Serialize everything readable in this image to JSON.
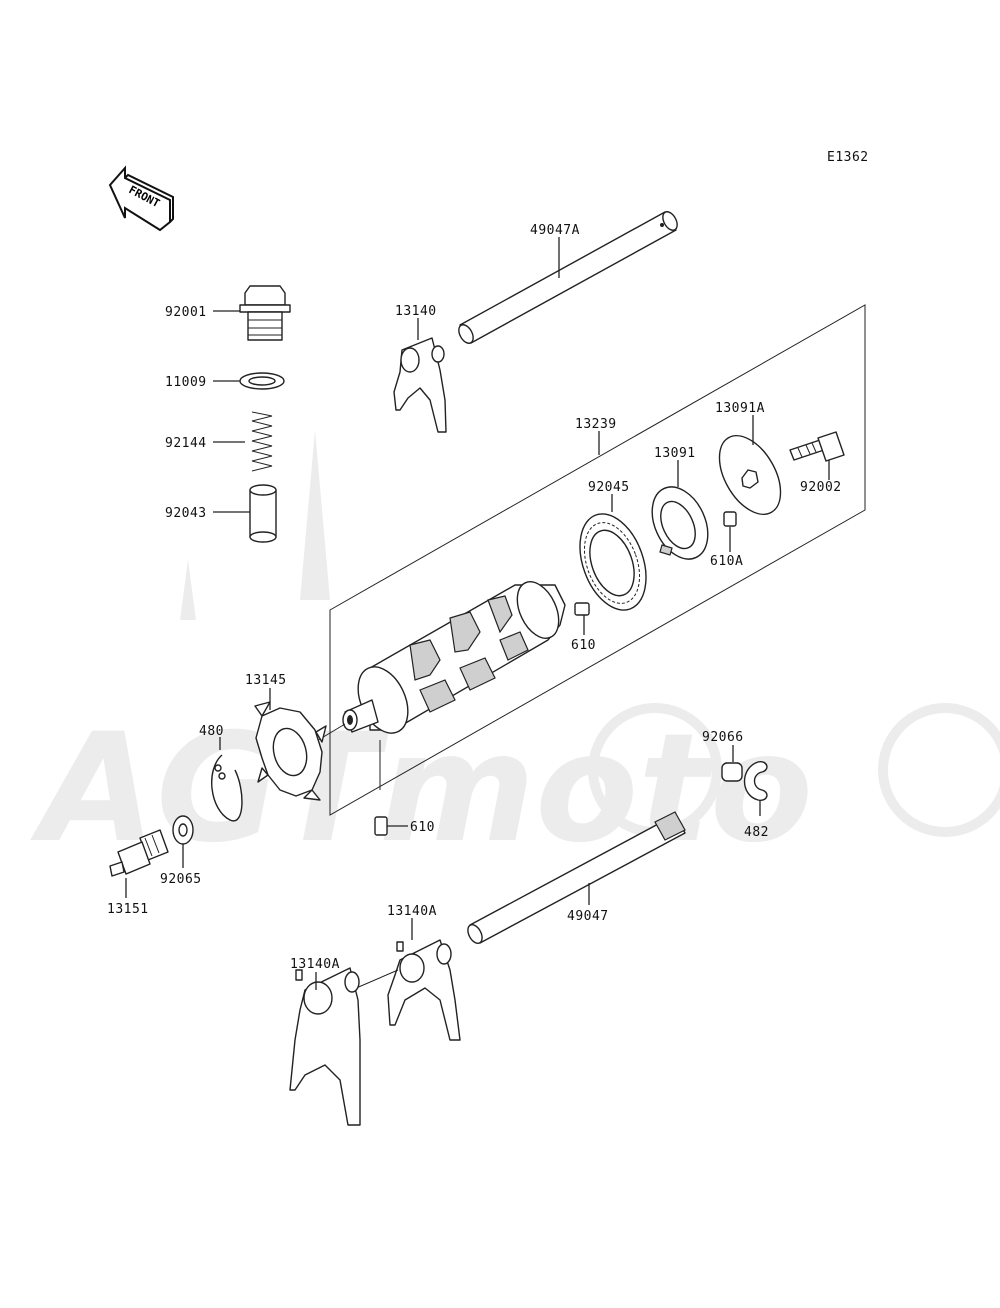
{
  "diagram_code": "E1362",
  "front_label": "FRONT",
  "watermark_text": "AGTmoto",
  "parts": {
    "shift_rod_upper": "49047A",
    "fork_upper": "13140",
    "plug": "92001",
    "gasket": "11009",
    "spring": "92144",
    "collar": "92043",
    "drum_assembly": "13239",
    "plate": "13091A",
    "bolt": "92002",
    "cam": "13091",
    "bearing": "92045",
    "pin_a": "610A",
    "pin": "610",
    "pin_lower": "610",
    "gear": "13145",
    "circlip": "480",
    "washer": "92065",
    "switch": "13151",
    "shim": "92066",
    "e_ring": "482",
    "shift_rod_lower": "49047",
    "fork_lower_right": "13140A",
    "fork_lower_left": "13140A"
  }
}
